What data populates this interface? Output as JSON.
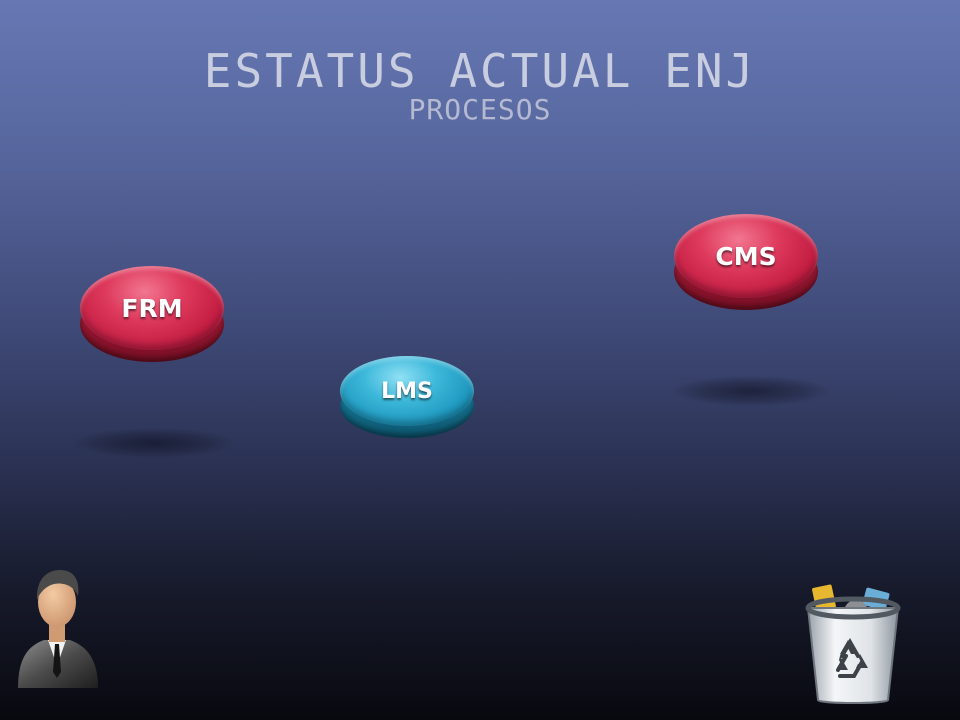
{
  "slide": {
    "title": "ESTATUS ACTUAL ENJ",
    "subtitle": "PROCESOS"
  },
  "buttons": {
    "frm": {
      "label": "FRM",
      "color": "#d62f52"
    },
    "lms": {
      "label": "LMS",
      "color": "#2aa8d0"
    },
    "cms": {
      "label": "CMS",
      "color": "#d62f52"
    }
  },
  "icons": {
    "person": "businessman-icon",
    "trash": "recycle-bin-icon"
  }
}
